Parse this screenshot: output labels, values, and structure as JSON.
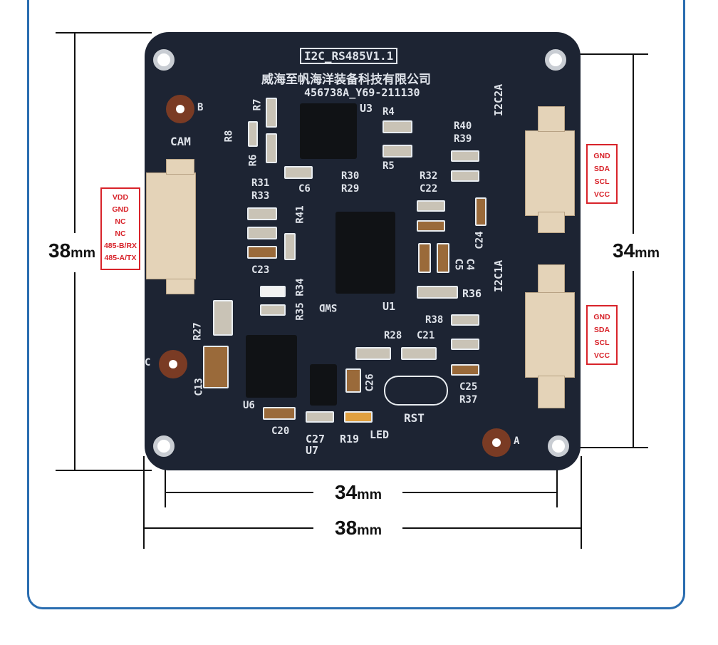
{
  "dimensions": {
    "left_height": "38",
    "right_height": "34",
    "bottom_inner_width": "34",
    "bottom_outer_width": "38",
    "unit": "mm"
  },
  "cam_pins": [
    "VDD",
    "GND",
    "NC",
    "NC",
    "485-B/RX",
    "485-A/TX"
  ],
  "i2c2a_pins": [
    "GND",
    "SDA",
    "SCL",
    "VCC"
  ],
  "i2c1a_pins": [
    "GND",
    "SDA",
    "SCL",
    "VCC"
  ],
  "silkscreen": {
    "board_name": "I2C_RS485V1.1",
    "company": "威海至帆海洋装备科技有限公司",
    "serial": "456738A_Y69-211130",
    "cam": "CAM",
    "i2c2a": "I2C2A",
    "i2c1a": "I2C1A",
    "swd": "SWD",
    "rst": "RST",
    "led": "LED",
    "b": "B",
    "c": "C",
    "a": "A",
    "labels": [
      "R7",
      "R8",
      "R6",
      "U3",
      "R4",
      "R40",
      "R39",
      "R5",
      "R30",
      "R29",
      "R31",
      "R33",
      "C6",
      "R32",
      "C22",
      "R41",
      "C23",
      "C24",
      "C5",
      "C4",
      "R34",
      "R35",
      "U1",
      "R36",
      "R38",
      "R27",
      "C21",
      "R28",
      "C13",
      "U6",
      "C26",
      "C25",
      "R37",
      "C20",
      "C27",
      "U7",
      "R19"
    ]
  },
  "colors": {
    "frame": "#2a6db0",
    "board": "#1d2433",
    "pin_label": "#d8232a",
    "silk": "#dfe3ea"
  }
}
